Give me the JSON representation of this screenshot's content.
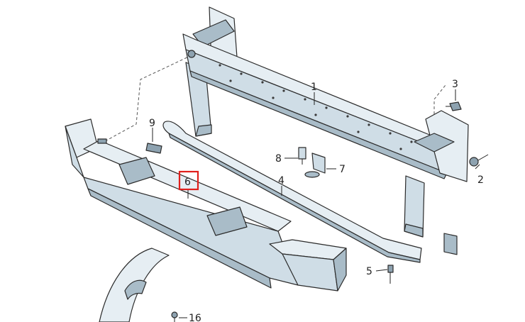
{
  "callouts": {
    "c1": "1",
    "c2": "2",
    "c3": "3",
    "c4": "4",
    "c5": "5",
    "c6": "6",
    "c7": "7",
    "c8": "8",
    "c9": "9",
    "c16": "16"
  },
  "highlight": {
    "callout": "6",
    "color": "#e0201c"
  },
  "colors": {
    "part_fill": "#cfdde6",
    "outline": "#2b2b2b"
  }
}
